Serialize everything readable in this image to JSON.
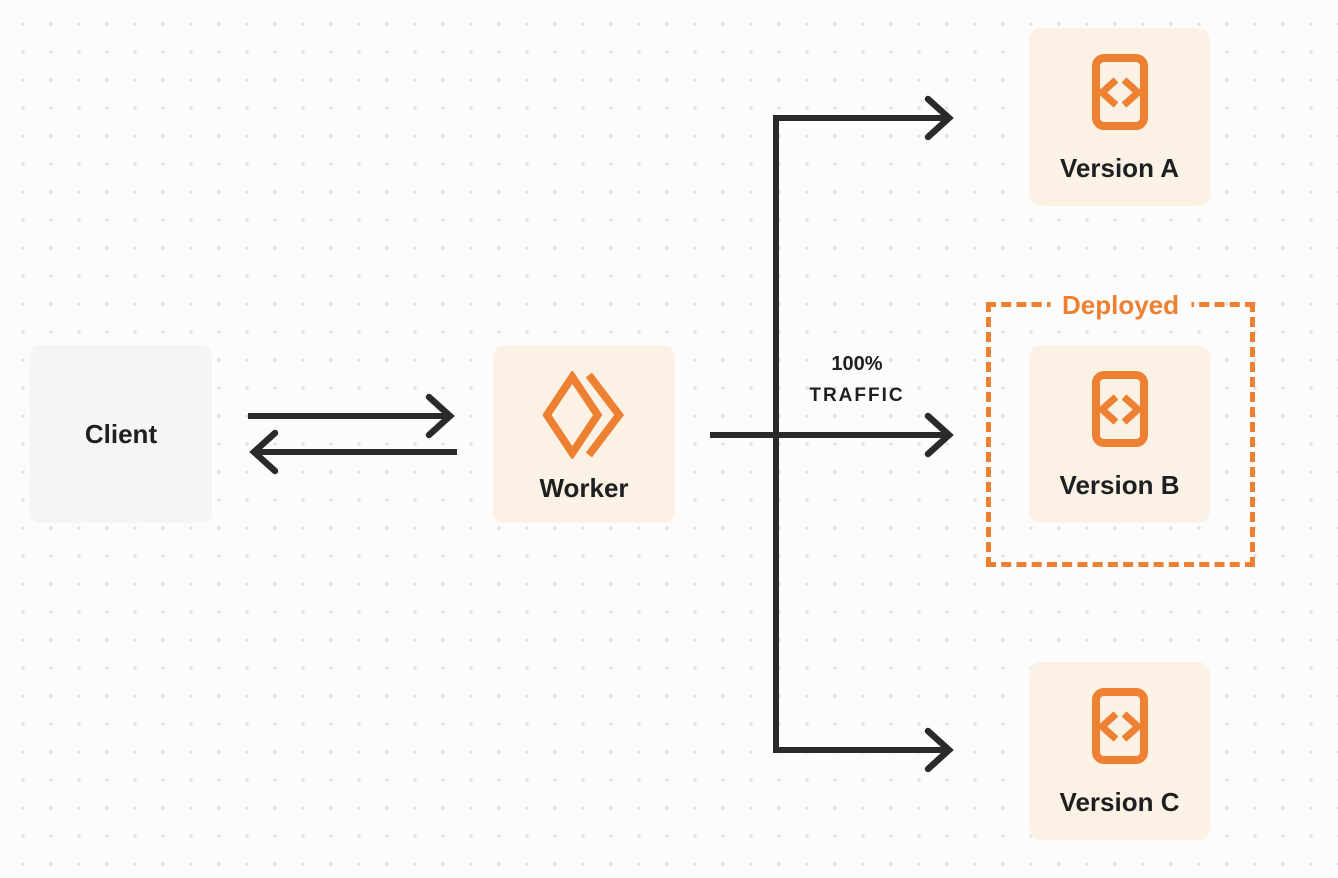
{
  "canvas": {
    "background": "#FCFCFC",
    "dot_color": "#E2E2E4"
  },
  "colors": {
    "accent_orange": "#EE8031",
    "node_cream": "#FCF1E5",
    "client_gray": "#F5F5F6",
    "connector_dark": "#2A2A2A",
    "text_dark": "#1E1F21"
  },
  "nodes": {
    "client": {
      "label": "Client"
    },
    "worker": {
      "label": "Worker",
      "icon": "workers-logo-icon"
    },
    "version_a": {
      "label": "Version A",
      "icon": "code-file-icon"
    },
    "version_b": {
      "label": "Version B",
      "icon": "code-file-icon"
    },
    "version_c": {
      "label": "Version C",
      "icon": "code-file-icon"
    }
  },
  "annotations": {
    "deployed_label": "Deployed",
    "traffic_percent": "100%",
    "traffic_word": "TRAFFIC"
  },
  "edges": [
    {
      "from": "client",
      "to": "worker",
      "style": "arrow-right"
    },
    {
      "from": "worker",
      "to": "client",
      "style": "arrow-left"
    },
    {
      "from": "worker",
      "to": "version_a",
      "style": "arrow-right"
    },
    {
      "from": "worker",
      "to": "version_b",
      "style": "arrow-right",
      "label": "100% TRAFFIC"
    },
    {
      "from": "worker",
      "to": "version_c",
      "style": "arrow-right"
    }
  ]
}
